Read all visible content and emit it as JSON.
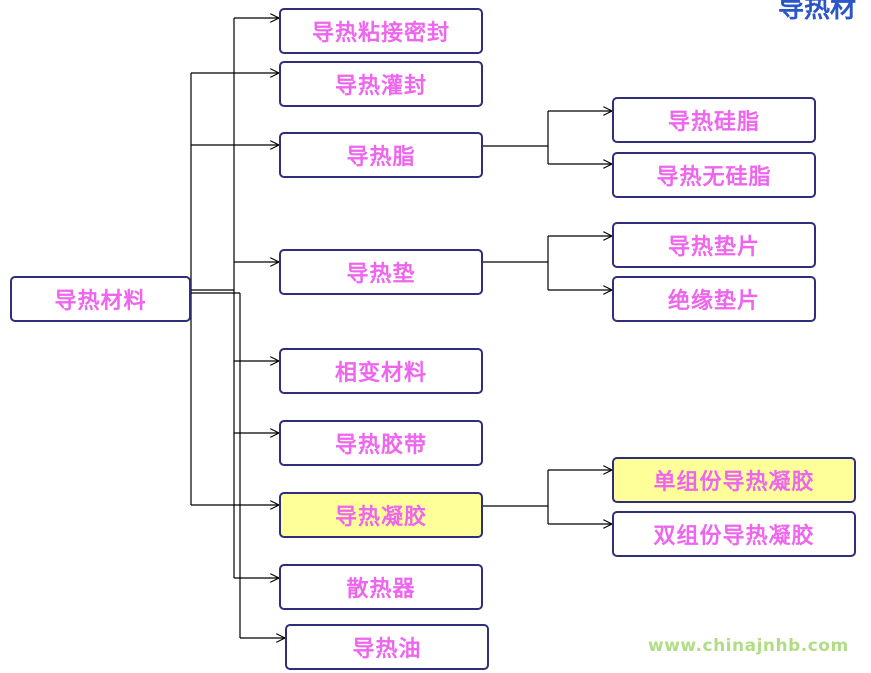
{
  "root": {
    "label": "导热材料"
  },
  "corner_text": "导热材",
  "branches": [
    {
      "label": "导热粘接密封",
      "highlight": false,
      "children": []
    },
    {
      "label": "导热灌封",
      "highlight": false,
      "children": []
    },
    {
      "label": "导热脂",
      "highlight": false,
      "children": [
        "导热硅脂",
        "导热无硅脂"
      ]
    },
    {
      "label": "导热垫",
      "highlight": false,
      "children": [
        "导热垫片",
        "绝缘垫片"
      ]
    },
    {
      "label": "相变材料",
      "highlight": false,
      "children": []
    },
    {
      "label": "导热胶带",
      "highlight": false,
      "children": []
    },
    {
      "label": "导热凝胶",
      "highlight": true,
      "children": [
        "单组份导热凝胶",
        "双组份导热凝胶"
      ]
    },
    {
      "label": "散热器",
      "highlight": false,
      "children": []
    },
    {
      "label": "导热油",
      "highlight": false,
      "children": []
    }
  ],
  "highlighted_leaf": "单组份导热凝胶",
  "watermark": "www.chinajnhb.com",
  "colors": {
    "text": "#ee66ee",
    "border": "#2e2e7a",
    "highlight": "#ffff99",
    "line": "#000000"
  }
}
